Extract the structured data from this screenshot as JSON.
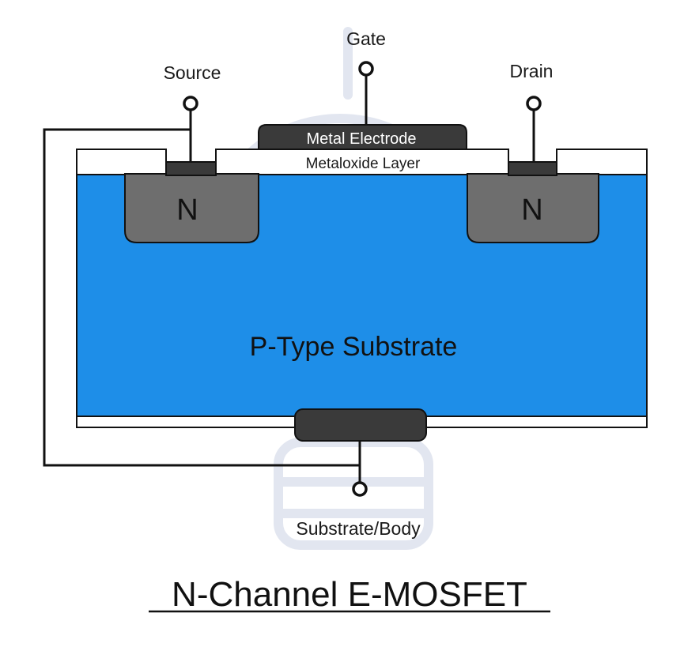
{
  "diagram": {
    "labels": {
      "gate": "Gate",
      "source": "Source",
      "drain": "Drain",
      "body": "Substrate/Body"
    },
    "regions": {
      "metal_electrode": "Metal Electrode",
      "metaloxide_layer": "Metaloxide Layer",
      "source_doping": "N",
      "drain_doping": "N",
      "substrate": "P-Type Substrate"
    },
    "title": "N-Channel E-MOSFET",
    "colors": {
      "substrate": "#1e8ee8",
      "doping_region": "#6e6e6e",
      "metal": "#3a3a3a",
      "oxide": "#ffffff",
      "outline": "#111111",
      "watermark": "#e2e6f0"
    }
  }
}
